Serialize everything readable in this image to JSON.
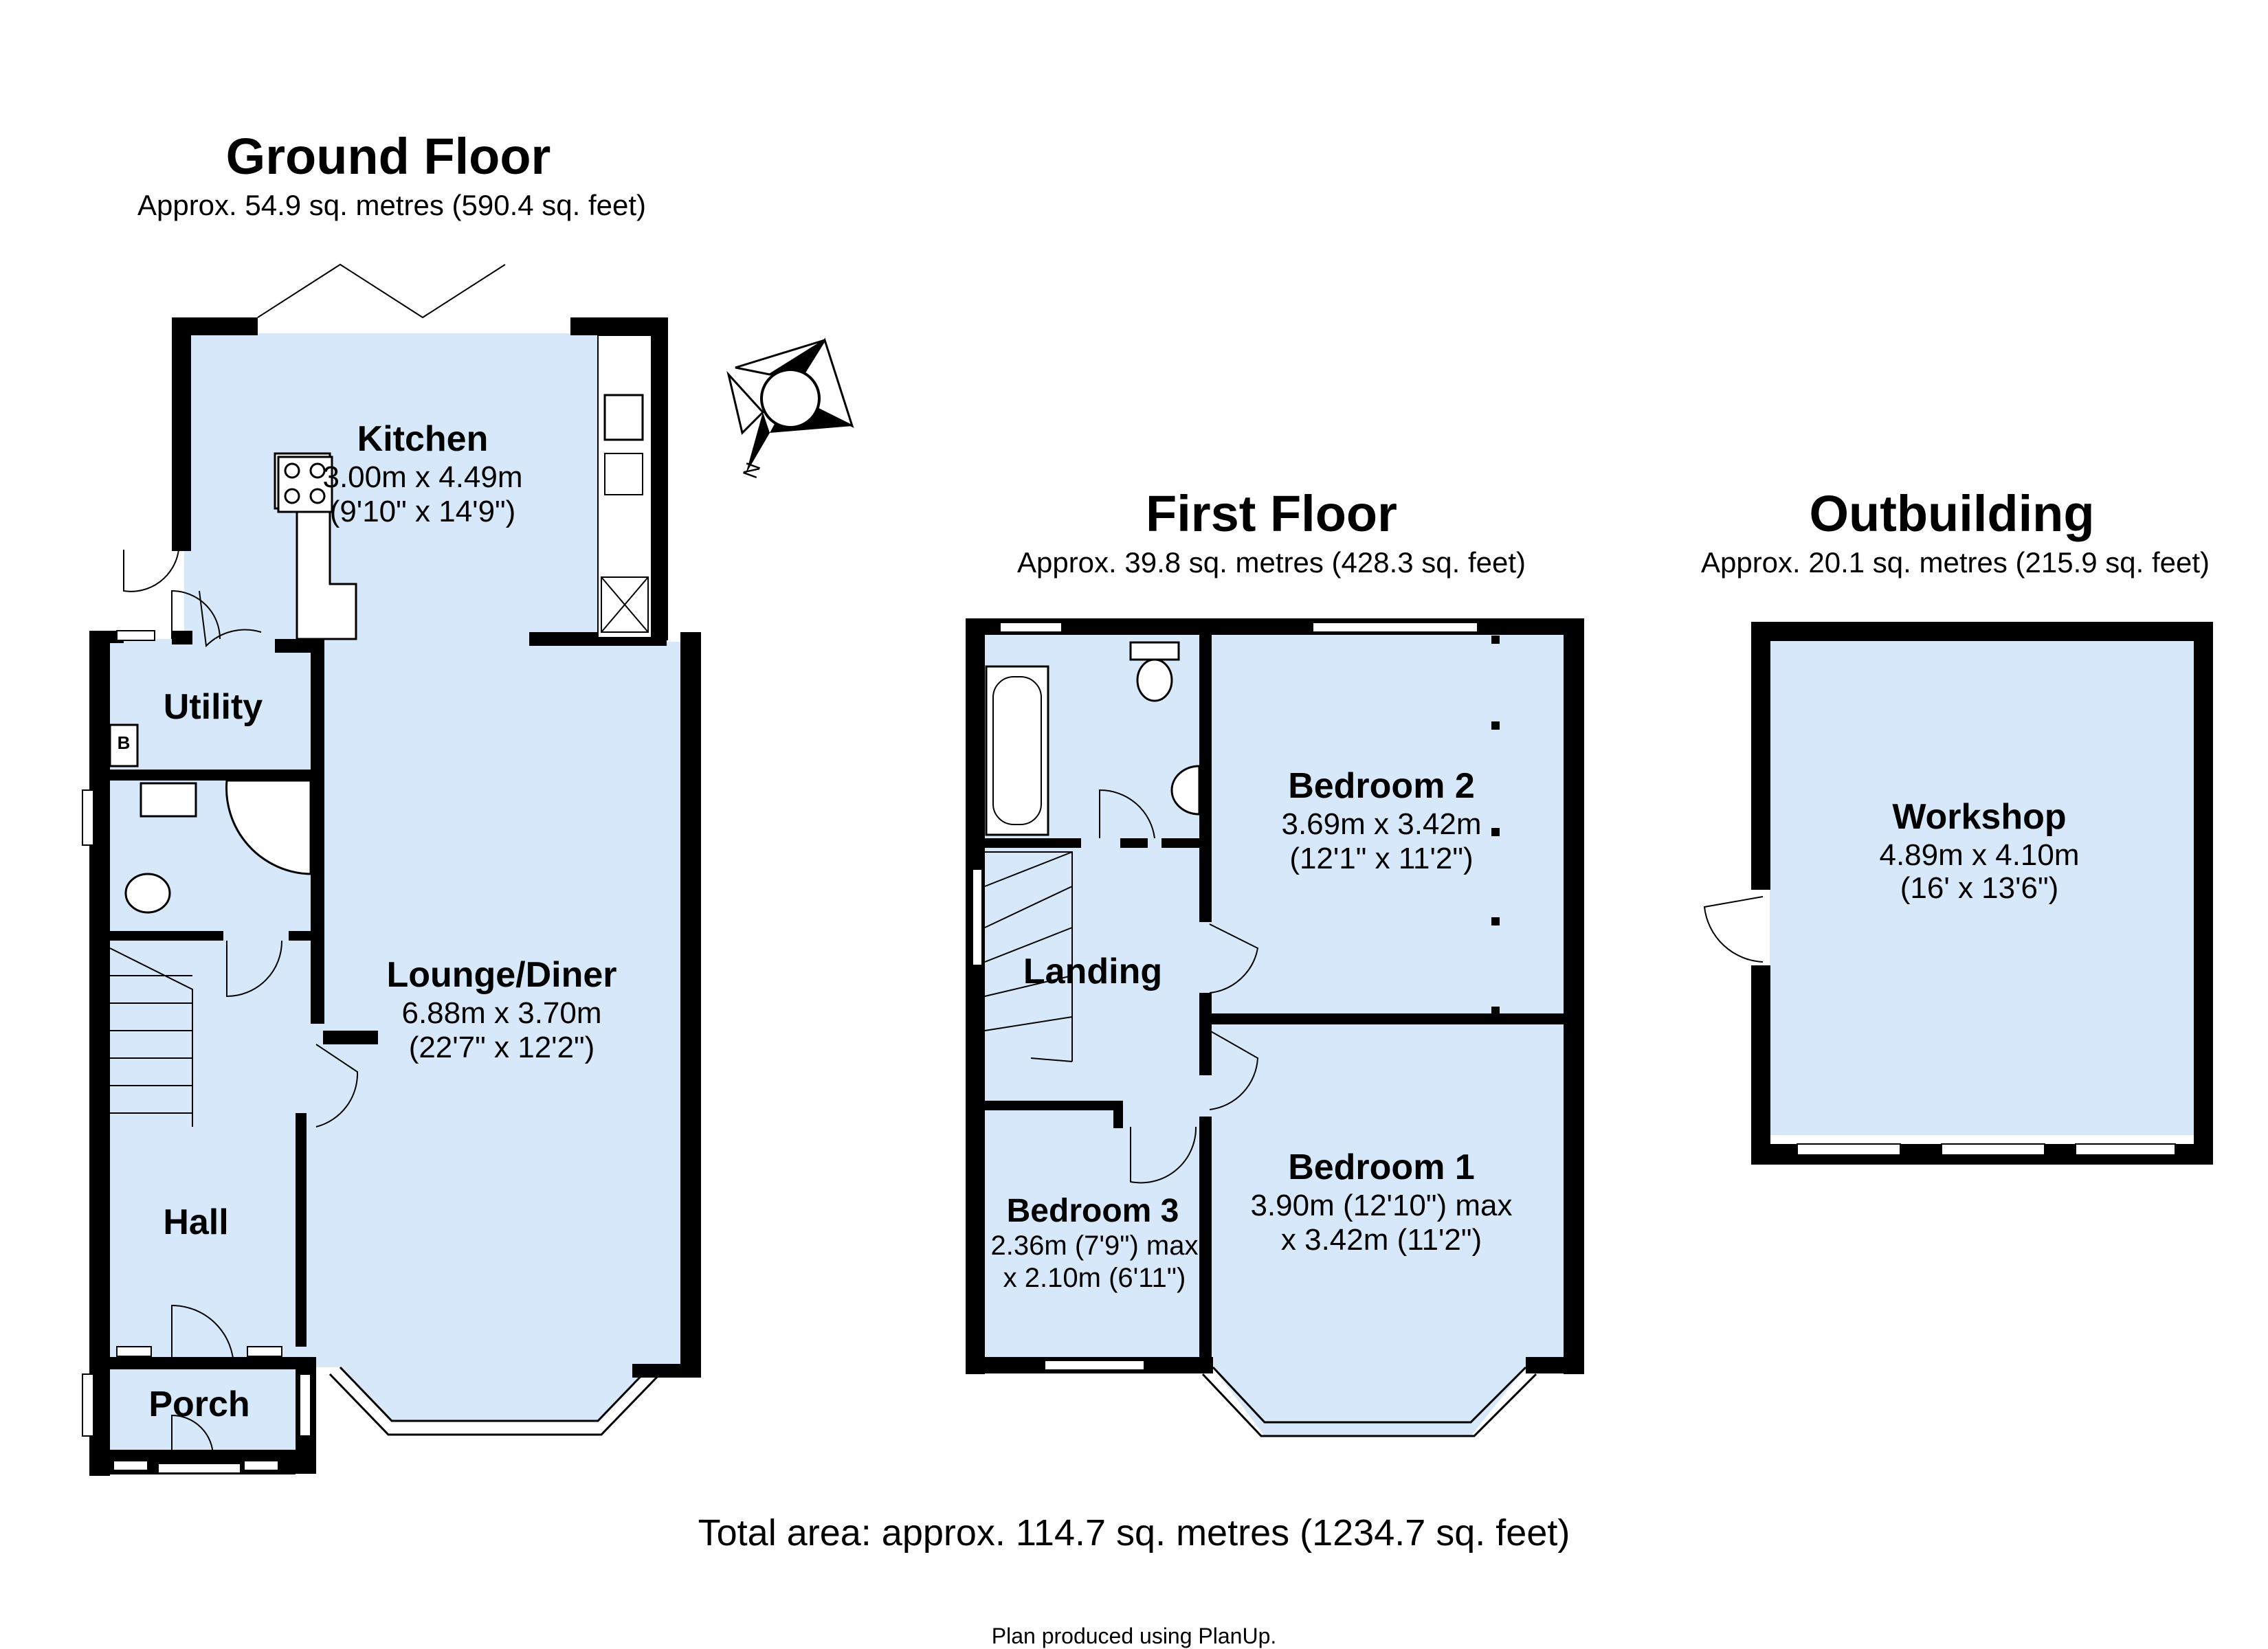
{
  "ground_floor": {
    "title": "Ground Floor",
    "area": "Approx. 54.9 sq. metres (590.4 sq. feet)",
    "rooms": {
      "kitchen": {
        "name": "Kitchen",
        "dim1": "3.00m x 4.49m",
        "dim2": "(9'10\" x 14'9\")"
      },
      "utility": {
        "name": "Utility",
        "boiler": "B"
      },
      "lounge": {
        "name": "Lounge/Diner",
        "dim1": "6.88m x 3.70m",
        "dim2": "(22'7\" x 12'2\")"
      },
      "hall": {
        "name": "Hall"
      },
      "porch": {
        "name": "Porch"
      }
    }
  },
  "first_floor": {
    "title": "First Floor",
    "area": "Approx. 39.8 sq. metres (428.3 sq. feet)",
    "rooms": {
      "bedroom2": {
        "name": "Bedroom 2",
        "dim1": "3.69m x 3.42m",
        "dim2": "(12'1\" x 11'2\")"
      },
      "landing": {
        "name": "Landing"
      },
      "bedroom1": {
        "name": "Bedroom 1",
        "dim1": "3.90m (12'10\") max",
        "dim2": "x 3.42m (11'2\")"
      },
      "bedroom3": {
        "name": "Bedroom 3",
        "dim1": "2.36m (7'9\") max",
        "dim2": "x 2.10m (6'11\")"
      }
    }
  },
  "outbuilding": {
    "title": "Outbuilding",
    "area": "Approx. 20.1 sq. metres (215.9 sq. feet)",
    "rooms": {
      "workshop": {
        "name": "Workshop",
        "dim1": "4.89m x 4.10m",
        "dim2": "(16' x 13'6\")"
      }
    }
  },
  "compass": {
    "label": "N"
  },
  "total_area": "Total area: approx. 114.7 sq. metres (1234.7 sq. feet)",
  "credit": "Plan produced using PlanUp.",
  "colors": {
    "room_fill": "#d6e8f9",
    "wall": "#000000",
    "background": "#ffffff"
  }
}
